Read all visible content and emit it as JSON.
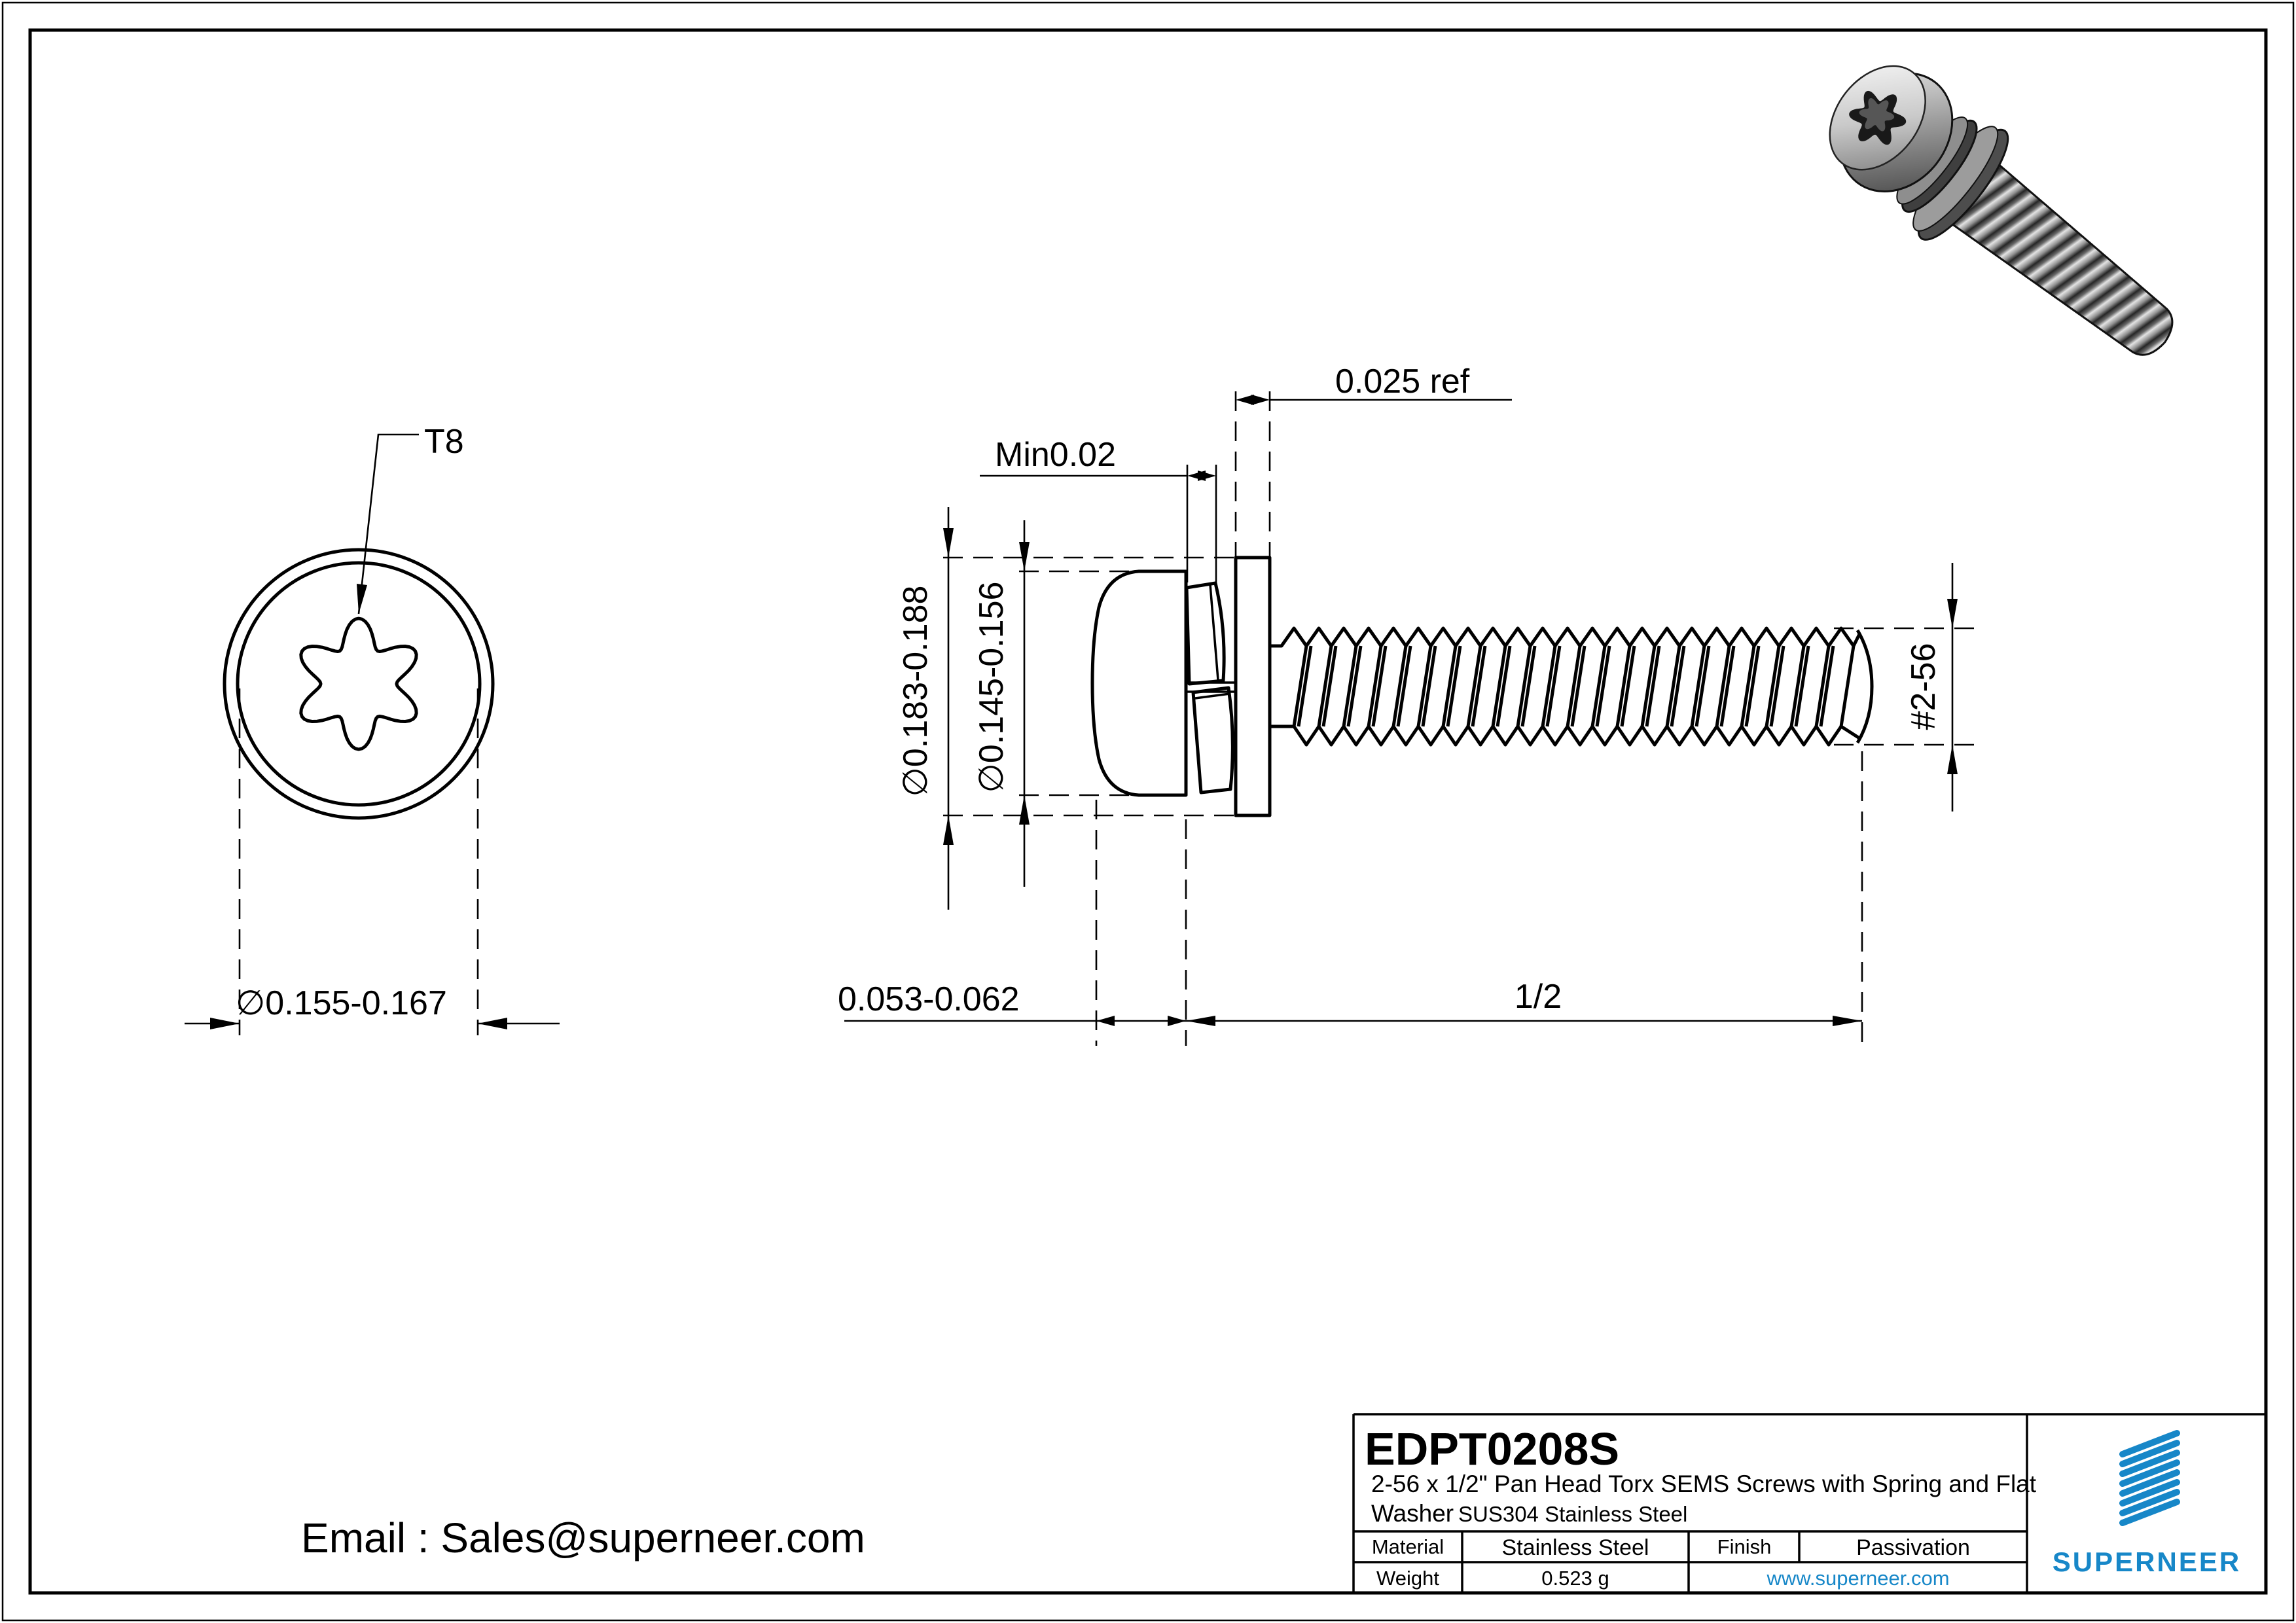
{
  "colors": {
    "accent": "#1787c8",
    "ink": "#000000"
  },
  "front_view": {
    "drive_label": "T8",
    "diameter_label": "∅0.155-0.167"
  },
  "side_view": {
    "washer_od_label": "∅0.183-0.188",
    "head_od_label": "∅0.145-0.156",
    "spring_thickness_label": "Min0.02",
    "washer_thickness_label": "0.025 ref",
    "head_height_label": "0.053-0.062",
    "thread_length_label": "1/2",
    "thread_size_label": "#2-56"
  },
  "footer": {
    "email": "Email : Sales@superneer.com"
  },
  "title_block": {
    "part_number": "EDPT0208S",
    "description_line1": "2-56 x 1/2\" Pan Head Torx SEMS Screws with Spring and Flat",
    "description_line2": "Washer",
    "description_line2_detail": "SUS304 Stainless Steel",
    "material_label": "Material",
    "material_value": "Stainless Steel",
    "finish_label": "Finish",
    "finish_value": "Passivation",
    "weight_label": "Weight",
    "weight_value": "0.523 g",
    "website": "www.superneer.com",
    "brand": "SUPERNEER"
  }
}
